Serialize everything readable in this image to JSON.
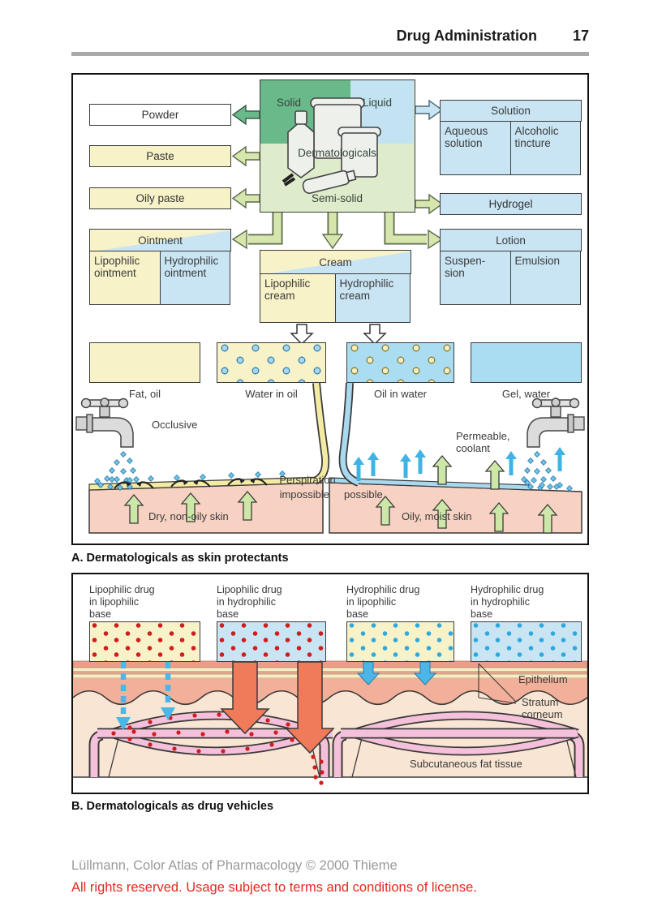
{
  "header": {
    "title": "Drug Administration",
    "page": "17"
  },
  "panelA": {
    "caption": "A. Dermatologicals as skin protectants",
    "solid": "Solid",
    "liquid": "Liquid",
    "dermatologicals": "Dermatologicals",
    "semiSolid": "Semi-solid",
    "powder": "Powder",
    "paste": "Paste",
    "oilyPaste": "Oily paste",
    "ointment": "Ointment",
    "lipophilicOintment": "Lipophilic\nointment",
    "hydrophilicOintment": "Hydrophilic\nointment",
    "solution": "Solution",
    "aqueousSolution": "Aqueous\nsolution",
    "alcoholicTincture": "Alcoholic\ntincture",
    "hydrogel": "Hydrogel",
    "lotion": "Lotion",
    "suspension": "Suspen-\nsion",
    "emulsion": "Emulsion",
    "cream": "Cream",
    "lipophilicCream": "Lipophilic\ncream",
    "hydrophilicCream": "Hydrophilic\ncream",
    "fatOil": "Fat, oil",
    "waterInOil": "Water in oil",
    "oilInWater": "Oil in water",
    "gelWater": "Gel, water",
    "occlusive": "Occlusive",
    "permeableCoolant": "Permeable,\ncoolant",
    "perspiration": "Perspiration",
    "impossible": "impossible",
    "possible": "possible",
    "dryNonOilySkin": "Dry, non-oily skin",
    "oilyMoistSkin": "Oily, moist skin"
  },
  "panelB": {
    "caption": "B. Dermatologicals as drug vehicles",
    "col1": "Lipophilic drug\nin lipophilic\nbase",
    "col2": "Lipophilic drug\nin hydrophilic\nbase",
    "col3": "Hydrophilic drug\nin lipophilic\nbase",
    "col4": "Hydrophilic drug\nin hydrophilic\nbase",
    "epithelium": "Epithelium",
    "stratumCorneum": "Stratum\ncorneum",
    "subcutaneous": "Subcutaneous fat tissue"
  },
  "footer": {
    "credit": "Lüllmann, Color Atlas of Pharmacology © 2000 Thieme",
    "rights": "All rights reserved. Usage subject to terms and conditions of license."
  },
  "colors": {
    "solidGreen": "#69b98b",
    "semiSolidGreen": "#dfeccb",
    "paleGreenArrow": "#d6e6ad",
    "lightBlue": "#c9e5f4",
    "paleYellow": "#f8f2c8",
    "skinPink": "#f7d2c2",
    "subcutaneousPink": "#f9e5d3",
    "vesselPink": "#f5c0da",
    "drugRed": "#cf1d1d",
    "waterBlue": "#3fb3e5",
    "salmonArrow": "#f07b5a",
    "ruleGray": "#a9a9a9",
    "licenseRed": "#e8281e"
  }
}
